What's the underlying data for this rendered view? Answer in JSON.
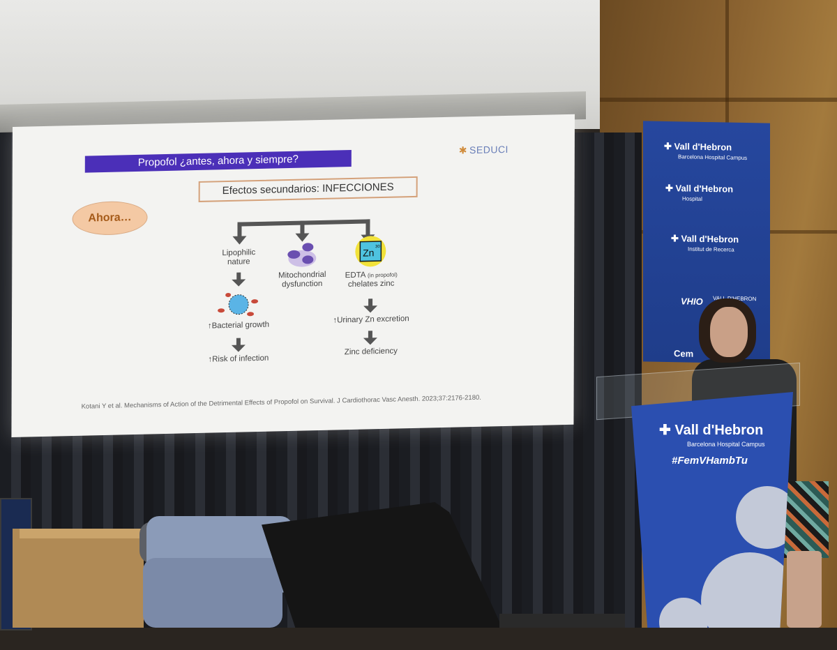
{
  "slide": {
    "title": "Propofol ¿antes, ahora y siempre?",
    "logo": "SEDUCI",
    "section_box": "Efectos secundarios: INFECCIONES",
    "badge": "Ahora…",
    "branches": {
      "left": {
        "line1": "Lipophilic",
        "line2": "nature",
        "step2": "↑Bacterial growth",
        "step3": "↑Risk of infection"
      },
      "middle": {
        "line1": "Mitochondrial",
        "line2": "dysfunction"
      },
      "right": {
        "zn_symbol": "Zn",
        "zn_number": "30",
        "line1": "EDTA",
        "line1_small": "(in propofol)",
        "line2": "chelates zinc",
        "step2": "↑Urinary Zn excretion",
        "step3": "Zinc deficiency"
      }
    },
    "citation": "Kotani Y et al. Mechanisms of Action of the Detrimental Effects of Propofol on Survival. J Cardiothorac Vasc Anesth. 2023;37:2176-2180."
  },
  "banner": {
    "brand1": "Vall d'Hebron",
    "brand1_sub": "Barcelona Hospital Campus",
    "brand2": "Vall d'Hebron",
    "brand2_sub": "Hospital",
    "brand3": "Vall d'Hebron",
    "brand3_sub": "Institut de Recerca",
    "brand4": "VHIO",
    "brand4_sub": "VALL D'HEBRON",
    "brand5": "Cem"
  },
  "podium": {
    "brand": "Vall d'Hebron",
    "sub": "Barcelona Hospital Campus",
    "hashtag": "#FemVHambTu"
  },
  "colors": {
    "slide_title_bg": "#4b2fb8",
    "banner_blue": "#26479e",
    "podium_blue": "#2b4fb0",
    "badge_fill": "#f4c9a4",
    "arrow_gray": "#555555"
  }
}
